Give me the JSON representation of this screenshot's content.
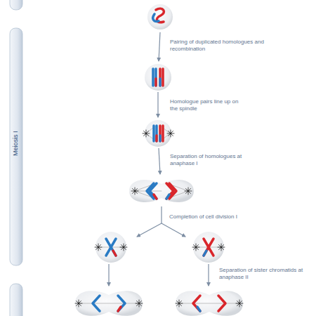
{
  "diagram": {
    "labels": [
      "Meiosis I",
      "Pairing of duplicated homologues and recombination",
      "Homologue pairs line up on the spindle",
      "Separation of homologues at anaphase I",
      "Completion of cell division I",
      "Separation of sister chromatids at anaphase II"
    ]
  }
}
